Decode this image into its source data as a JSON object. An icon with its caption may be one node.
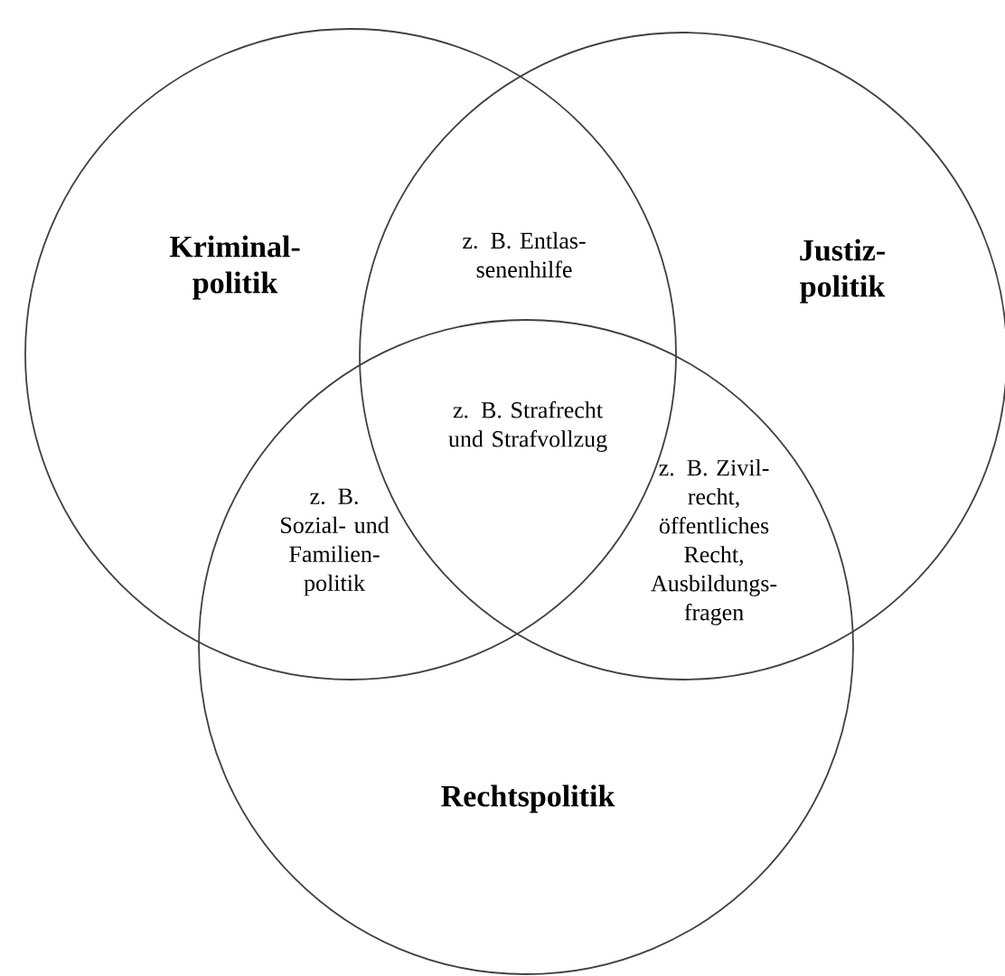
{
  "diagram": {
    "nodes": [
      {
        "text": [
          "Kriminal- politik"
        ]
      },
      {
        "text": [
          "Justiz- politik"
        ]
      },
      {
        "text": [
          "Rechtspolitik"
        ]
      }
    ],
    "labels": [
      "z. B. Entlas- senenhilfe",
      "z. B. Strafrecht und Strafvollzug",
      "z. B. Sozial- und Familien- politik",
      "z. B. Zivil- recht, öffentliches Recht, Ausbildungs- fragen"
    ]
  }
}
